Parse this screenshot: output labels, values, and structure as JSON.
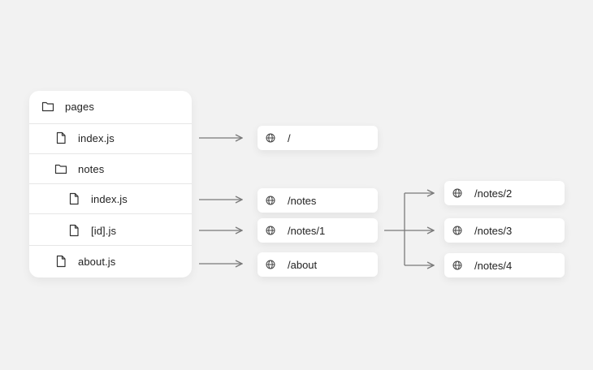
{
  "tree": {
    "root_label": "pages",
    "items": [
      {
        "label": "index.js",
        "icon": "file-icon"
      },
      {
        "label": "notes",
        "icon": "folder-icon"
      },
      {
        "label": "index.js",
        "icon": "file-icon"
      },
      {
        "label": "[id].js",
        "icon": "file-icon"
      },
      {
        "label": "about.js",
        "icon": "file-icon"
      }
    ]
  },
  "routes": [
    {
      "path": "/",
      "icon": "globe-icon"
    },
    {
      "path": "/notes",
      "icon": "globe-icon"
    },
    {
      "path": "/notes/1",
      "icon": "globe-icon"
    },
    {
      "path": "/about",
      "icon": "globe-icon"
    }
  ],
  "dynamic_routes": [
    {
      "path": "/notes/2",
      "icon": "globe-icon"
    },
    {
      "path": "/notes/3",
      "icon": "globe-icon"
    },
    {
      "path": "/notes/4",
      "icon": "globe-icon"
    }
  ],
  "colors": {
    "background": "#f2f2f2",
    "card": "#ffffff",
    "arrow": "#7a7a7a",
    "divider": "#e6e6e6"
  }
}
